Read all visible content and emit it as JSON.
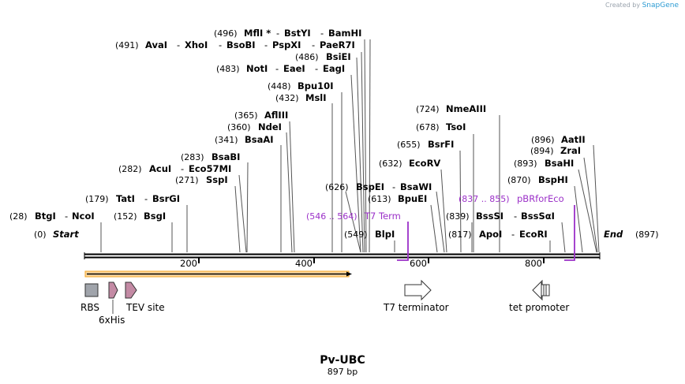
{
  "brand": {
    "created_by": "Created by",
    "name": "SnapGene"
  },
  "map": {
    "title": "Pv-UBC",
    "length_label": "897 bp",
    "start_label": "Start",
    "end_label": "End",
    "start_pos": "(0)",
    "end_pos": "(897)",
    "ticks": [
      {
        "pos": 200,
        "label": "200"
      },
      {
        "pos": 400,
        "label": "400"
      },
      {
        "pos": 600,
        "label": "600"
      },
      {
        "pos": 800,
        "label": "800"
      }
    ],
    "sites": [
      {
        "pos": "(28)",
        "names": [
          "BtgI",
          "NcoI"
        ],
        "cut": 28
      },
      {
        "pos": "(152)",
        "names": [
          "BsgI"
        ],
        "cut": 152
      },
      {
        "pos": "(179)",
        "names": [
          "TatI",
          "BsrGI"
        ],
        "cut": 179
      },
      {
        "pos": "(271)",
        "names": [
          "SspI"
        ],
        "cut": 271
      },
      {
        "pos": "(282)",
        "names": [
          "AcuI",
          "Eco57MI"
        ],
        "cut": 282
      },
      {
        "pos": "(283)",
        "names": [
          "BsaBI"
        ],
        "cut": 283
      },
      {
        "pos": "(341)",
        "names": [
          "BsaAI"
        ],
        "cut": 341
      },
      {
        "pos": "(360)",
        "names": [
          "NdeI"
        ],
        "cut": 360
      },
      {
        "pos": "(365)",
        "names": [
          "AflIII"
        ],
        "cut": 365
      },
      {
        "pos": "(432)",
        "names": [
          "MslI"
        ],
        "cut": 432
      },
      {
        "pos": "(448)",
        "names": [
          "Bpu10I"
        ],
        "cut": 448
      },
      {
        "pos": "(483)",
        "names": [
          "NotI",
          "EaeI",
          "EagI"
        ],
        "cut": 483
      },
      {
        "pos": "(486)",
        "names": [
          "BsiEI"
        ],
        "cut": 486
      },
      {
        "pos": "(491)",
        "names": [
          "AvaI",
          "XhoI",
          "BsoBI",
          "PspXI",
          "PaeR7I"
        ],
        "cut": 491
      },
      {
        "pos": "(496)",
        "names": [
          "MflI *",
          "BstYI",
          "BamHI"
        ],
        "cut": 496
      },
      {
        "pos": "(549)",
        "names": [
          "BlpI"
        ],
        "cut": 549
      },
      {
        "pos": "(613)",
        "names": [
          "BpuEI"
        ],
        "cut": 613
      },
      {
        "pos": "(626)",
        "names": [
          "BspEI",
          "BsaWI"
        ],
        "cut": 626
      },
      {
        "pos": "(632)",
        "names": [
          "EcoRV"
        ],
        "cut": 632
      },
      {
        "pos": "(655)",
        "names": [
          "BsrFI"
        ],
        "cut": 655
      },
      {
        "pos": "(678)",
        "names": [
          "TsoI"
        ],
        "cut": 678
      },
      {
        "pos": "(724)",
        "names": [
          "NmeAIII"
        ],
        "cut": 724
      },
      {
        "pos": "(817)",
        "names": [
          "ApoI",
          "EcoRI"
        ],
        "cut": 817
      },
      {
        "pos": "(839)",
        "names": [
          "BssSI",
          "BssSαI"
        ],
        "cut": 839
      },
      {
        "pos": "(870)",
        "names": [
          "BspHI"
        ],
        "cut": 870
      },
      {
        "pos": "(893)",
        "names": [
          "BsaHI"
        ],
        "cut": 893
      },
      {
        "pos": "(894)",
        "names": [
          "ZraI"
        ],
        "cut": 894
      },
      {
        "pos": "(896)",
        "names": [
          "AatII"
        ],
        "cut": 896
      }
    ],
    "primers": [
      {
        "range": "(546 .. 564)",
        "name": "T7 Term",
        "color": "#9b30c8"
      },
      {
        "range": "(837 .. 855)",
        "name": "pBRforEco",
        "color": "#9b30c8"
      }
    ],
    "features": [
      {
        "name": "RBS",
        "color": "#a0a4ab"
      },
      {
        "name": "6xHis",
        "color": "#c38aa4"
      },
      {
        "name": "TEV site",
        "color": "#c38aa4"
      },
      {
        "name": "T7 terminator",
        "color": "#ffffff"
      },
      {
        "name": "tet promoter",
        "color": "#ffffff"
      }
    ],
    "orf_color": "#f5a623"
  }
}
